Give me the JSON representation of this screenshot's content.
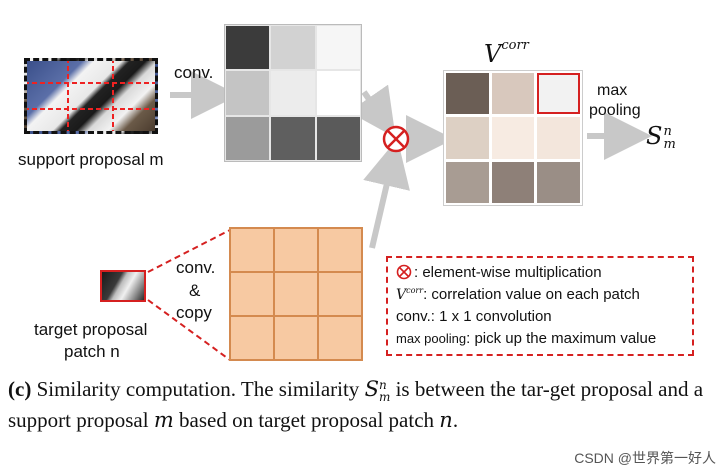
{
  "labels": {
    "conv_top": "conv.",
    "support_caption": "support proposal m",
    "max_pooling_line1": "max",
    "max_pooling_line2": "pooling",
    "conv_copy_line1": "conv.",
    "conv_copy_line2": "&",
    "conv_copy_line3": "copy",
    "target_line1": "target proposal",
    "target_line2": "patch n",
    "vcorr_main": "V",
    "vcorr_sup": "corr",
    "s_main": "S",
    "s_sup": "n",
    "s_sub": "m"
  },
  "legend": {
    "row1": ": element-wise multiplication",
    "row2_sym": "V",
    "row2_sup": "corr",
    "row2": ": correlation value on each patch",
    "row3": "conv.: 1 x 1 convolution",
    "row4_small": "max pooling",
    "row4": ": pick up the maximum value"
  },
  "caption": {
    "tag": "(c)",
    "part1": " Similarity computation. The similarity ",
    "s_main": "S",
    "s_sup": "n",
    "s_sub": "m",
    "part2": " is between the tar-get proposal and a support proposal ",
    "m": "m",
    "part3": " based on target proposal patch ",
    "n": "n",
    "part4": "."
  },
  "watermark": "CSDN @世界第一好人",
  "colors": {
    "red": "#d52020",
    "arrow": "#c8c8c8",
    "orange": "#f7c9a2",
    "orange_line": "#d48a4f",
    "highlight": "#d52020"
  },
  "grids": {
    "gray_feature": [
      "#3b3b3b",
      "#d2d2d2",
      "#f6f6f6",
      "#c4c4c4",
      "#ececec",
      "#ffffff",
      "#9b9b9b",
      "#5f5f5f",
      "#5a5a5a"
    ],
    "vcorr": [
      "#6b5e55",
      "#d8c8bd",
      "#f2f2f2",
      "#ddd0c4",
      "#f7ebe2",
      "#f3e6dc",
      "#a89c93",
      "#8e8078",
      "#9a8e86"
    ]
  },
  "icons": [
    "otimes-icon",
    "panda-photo",
    "target-patch-photo"
  ]
}
